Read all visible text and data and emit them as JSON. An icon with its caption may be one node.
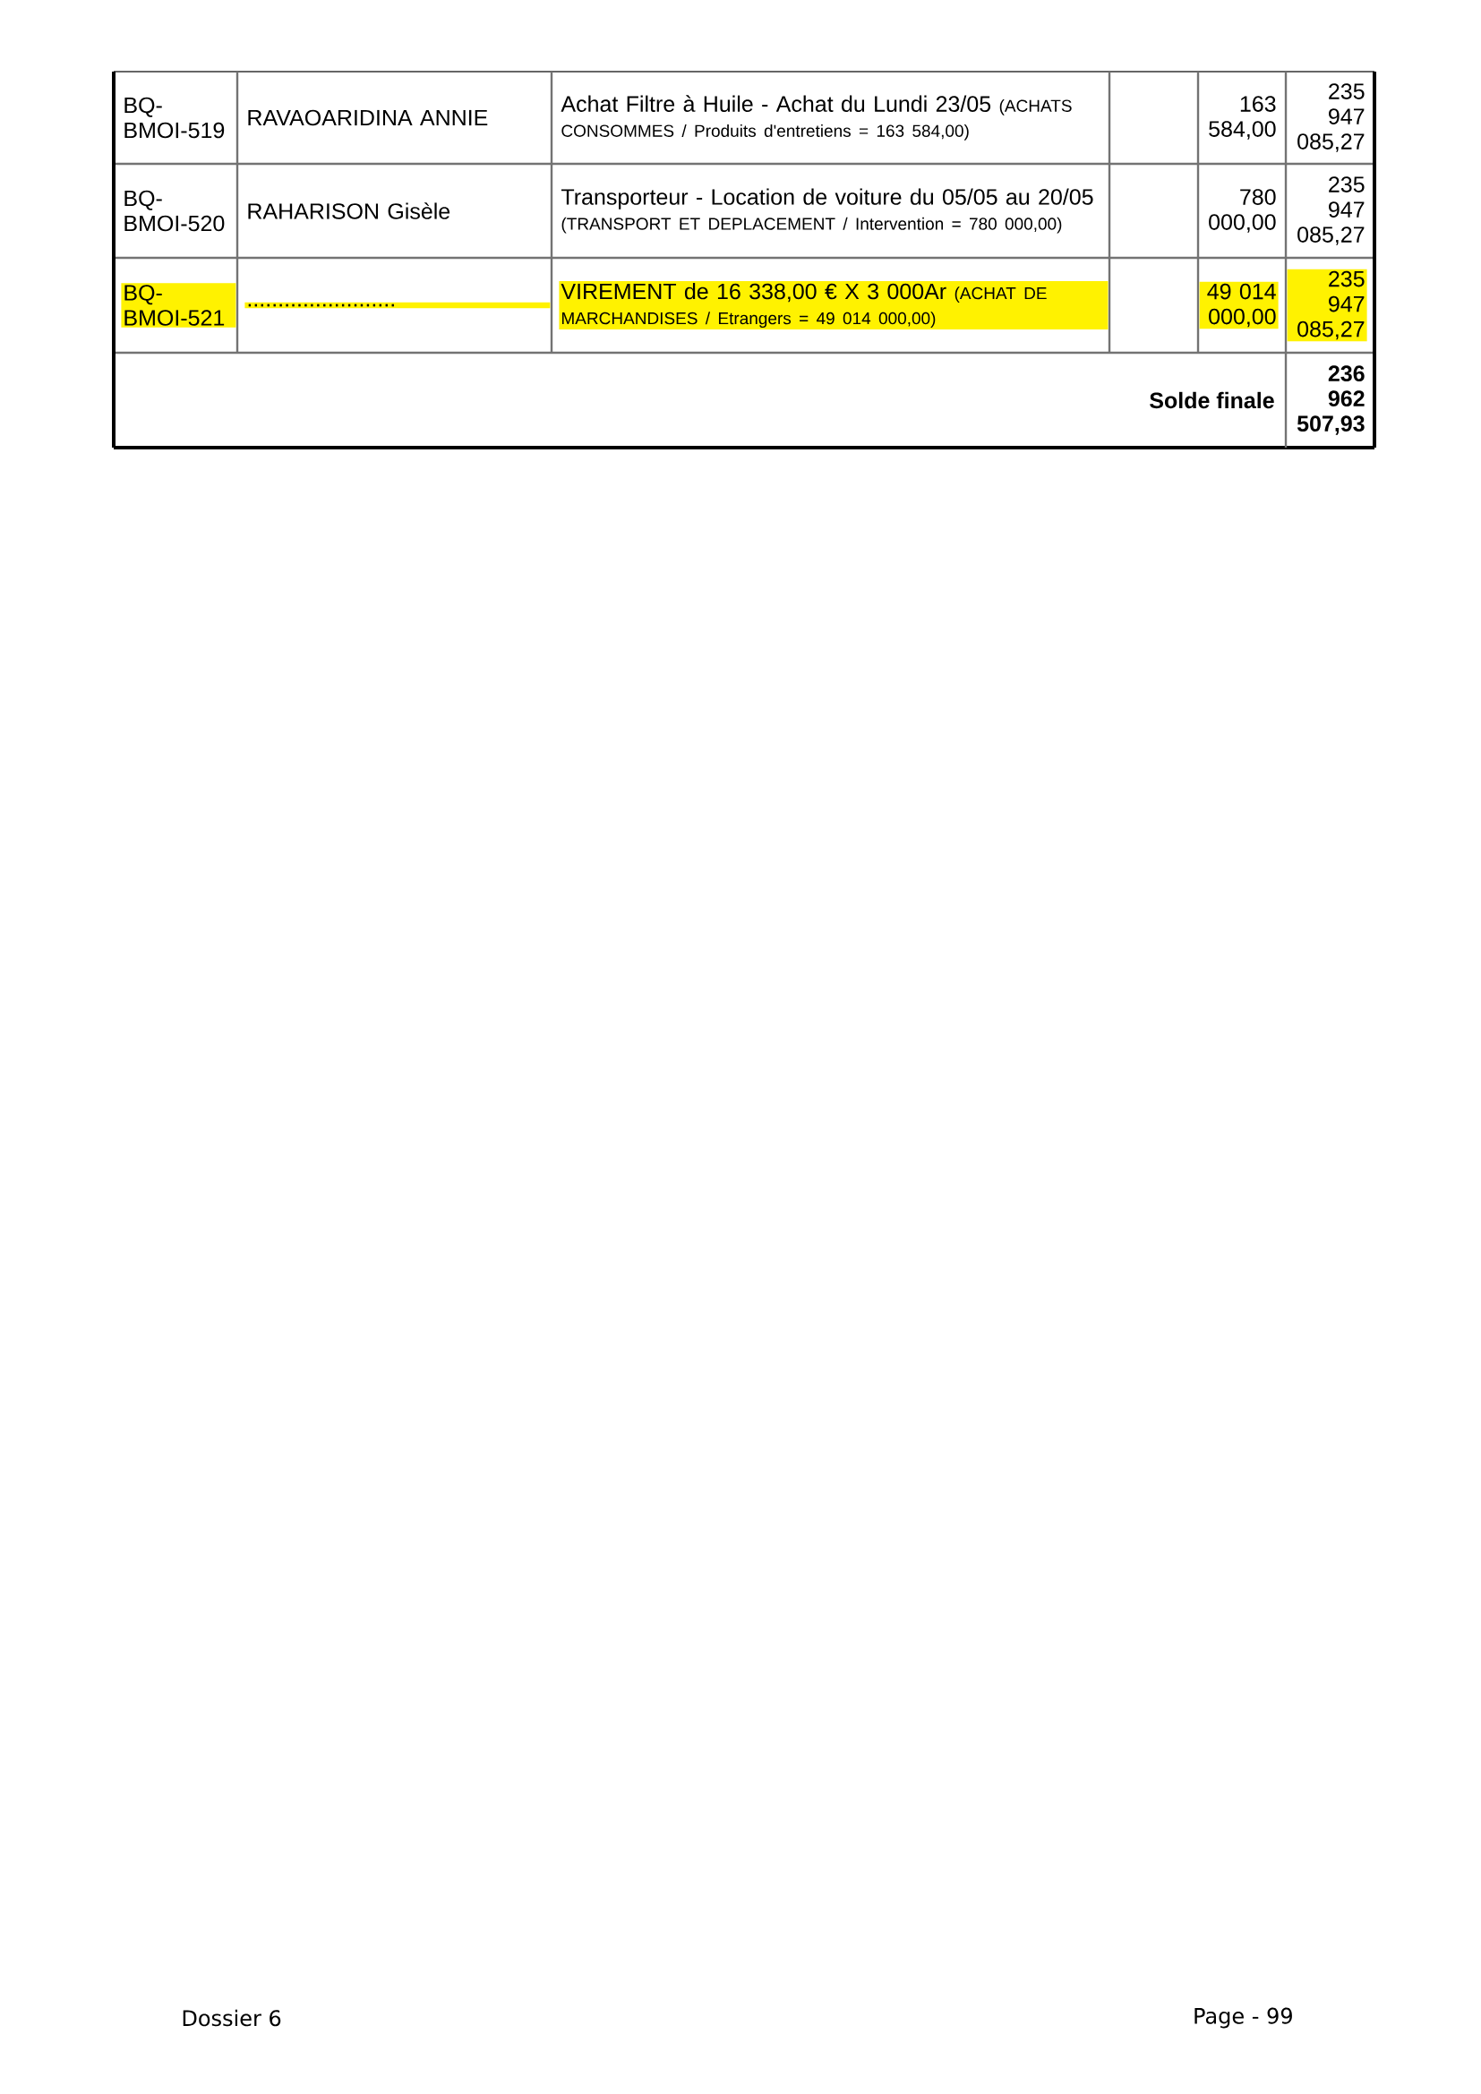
{
  "diagram": {
    "labels": [
      "BQ- BMOI-519",
      "RAVAOARIDINA ANNIE",
      "Achat Filtre à Huile - Achat du Lundi 23/05",
      "(ACHATS CONSOMMES / Produits d'entretiens = 163 584,00)",
      "163 584,00",
      "235 947 085,27",
      "BQ- BMOI-520",
      "RAHARISON Gisèle",
      "Transporteur - Location de voiture du 05/05 au 20/05",
      "(TRANSPORT ET DEPLACEMENT / Intervention = 780 000,00)",
      "780 000,00",
      "235 947 085,27",
      "BQ- BMOI-521",
      "........................",
      "VIREMENT de 16 338,00 € X 3 000Ar",
      "(ACHAT DE MARCHANDISES / Etrangers = 49 014 000,00)",
      "49 014 000,00",
      "235 947 085,27",
      "Solde finale",
      "236 962 507,93",
      "Dossier 6",
      "Page - 99"
    ]
  }
}
